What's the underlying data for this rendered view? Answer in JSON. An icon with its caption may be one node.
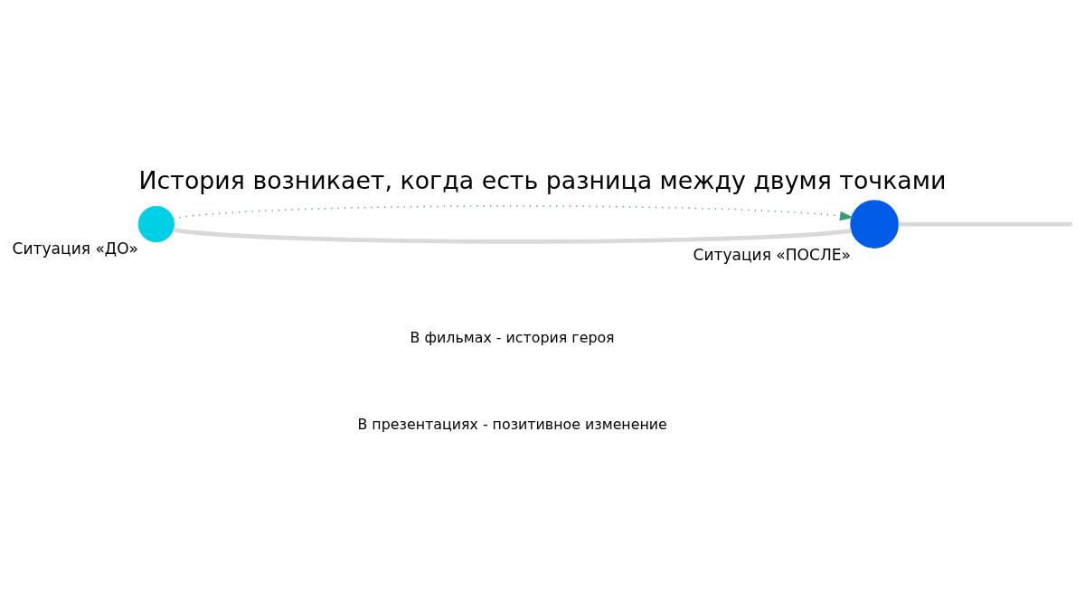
{
  "diagram": {
    "title": "История возникает, когда есть разница между двумя точками",
    "nodes": [
      {
        "text": [],
        "shape": "circle",
        "beside": [
          "Ситуация «ДО»"
        ]
      },
      {
        "text": [],
        "shape": "circle",
        "beside": [
          "Ситуация «ПОСЛЕ»"
        ]
      }
    ],
    "edges": [
      {
        "from": 0,
        "to": 1,
        "arrow": "none"
      },
      {
        "from": 1,
        "to": null,
        "arrow": "none"
      },
      {
        "from": 0,
        "to": 1,
        "arrow": "to",
        "style": "dashed",
        "color": "#3a9a78"
      }
    ],
    "labels": [
      "В фильмах - история героя",
      "В презентациях - позитивное изменение"
    ]
  }
}
